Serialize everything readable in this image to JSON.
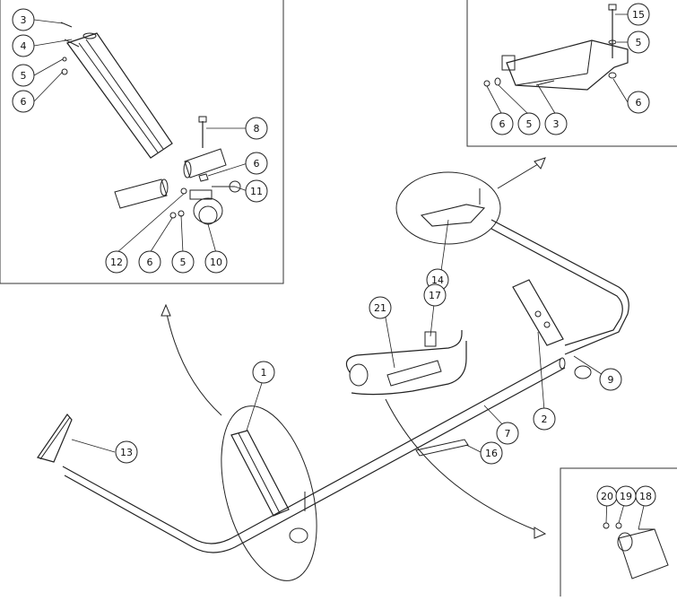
{
  "callouts": {
    "c1": "1",
    "c2": "2",
    "c3_left": "3",
    "c3_right": "3",
    "c4": "4",
    "c5_left_a": "5",
    "c5_left_b": "5",
    "c5_right_a": "5",
    "c5_right_b": "5",
    "c6_left_a": "6",
    "c6_left_b": "6",
    "c6_left_c": "6",
    "c6_right_a": "6",
    "c6_right_b": "6",
    "c7": "7",
    "c8": "8",
    "c9": "9",
    "c10": "10",
    "c11": "11",
    "c12": "12",
    "c13": "13",
    "c14": "14",
    "c15": "15",
    "c16": "16",
    "c17": "17",
    "c18": "18",
    "c19": "19",
    "c20": "20",
    "c21": "21"
  },
  "colors": {
    "line": "#222222",
    "frame": "#333333",
    "fill": "#ffffff"
  }
}
